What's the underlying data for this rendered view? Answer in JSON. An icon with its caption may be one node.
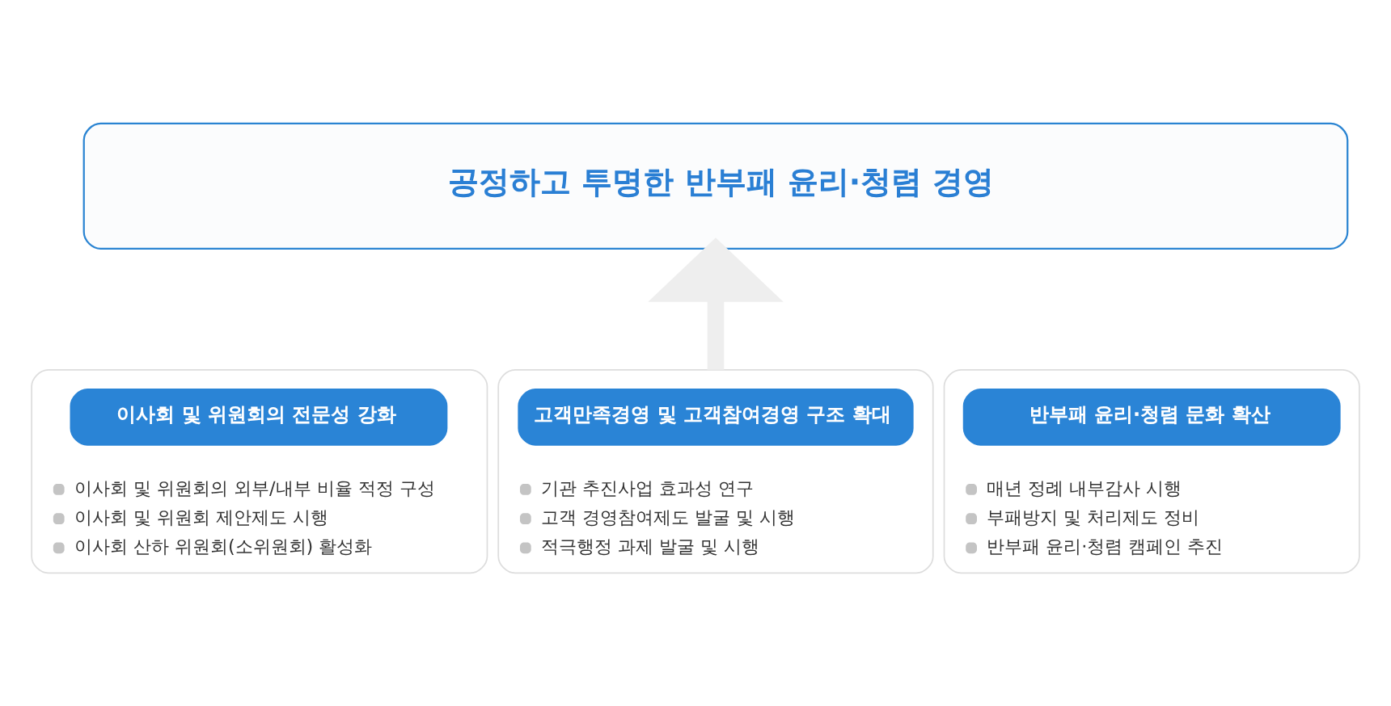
{
  "diagram": {
    "nodes": [
      {
        "text": [
          "공정하고 투명한 반부패 윤리·청렴 경영"
        ]
      },
      {
        "text": [
          "이사회 및 위원회의 외부/내부 비율 적정 구성",
          "이사회 및 위원회 제안제도 시행",
          "이사회 산하 위원회(소위원회) 활성화"
        ]
      },
      {
        "text": [
          "이사회 및 위원회의 전문성 강화"
        ],
        "in": 1
      },
      {
        "text": [
          "기관 추진사업 효과성 연구",
          "고객 경영참여제도 발굴 및 시행",
          "적극행정 과제 발굴 및 시행"
        ]
      },
      {
        "text": [
          "고객만족경영 및 고객참여경영 구조 확대"
        ],
        "in": 3
      },
      {
        "text": [
          "매년 정례 내부감사 시행",
          "부패방지 및 처리제도 정비",
          "반부패 윤리·청렴 캠페인 추진"
        ]
      },
      {
        "text": [
          "반부패 윤리·청렴 문화 확산"
        ],
        "in": 5
      }
    ],
    "edges": [
      {
        "from": 3,
        "to": 0,
        "arrow": "to",
        "color": "#eeeeee"
      }
    ]
  }
}
